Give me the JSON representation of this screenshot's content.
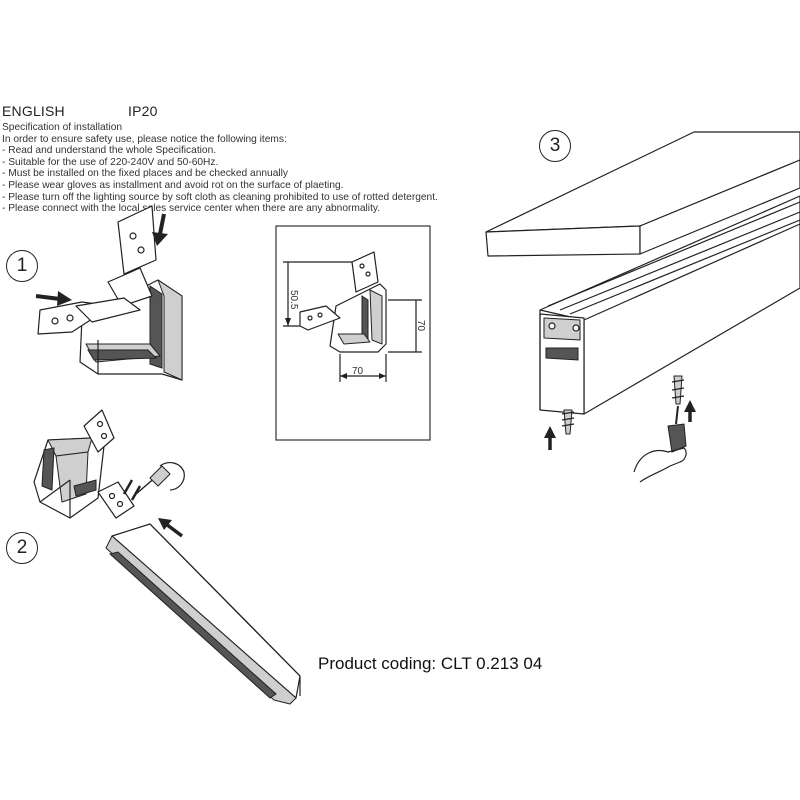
{
  "header": {
    "language": "ENGLISH",
    "protection": "IP20"
  },
  "spec": {
    "title": "Specification of installation",
    "lines": [
      "In order to ensure safety use, please notice the following items:",
      "- Read and understand the whole Specification.",
      "- Suitable for the use of 220-240V and 50-60Hz.",
      "- Must be installed on the fixed places and be checked annually",
      "- Please wear gloves as installment and avoid rot on the surface of plaeting.",
      "- Please turn off the lighting source by soft cloth as cleaning prohibited to use of rotted detergent.",
      "- Please connect with the local sales service center when there are any abnormality."
    ]
  },
  "steps": {
    "one": "1",
    "two": "2",
    "three": "3"
  },
  "dimensions": {
    "height_top": "50.5",
    "height_side": "70",
    "width_bottom": "70"
  },
  "product": {
    "coding": "Product coding: CLT 0.213 04"
  },
  "icons": [
    "arrow-icon",
    "screw-icon",
    "screwdriver-icon",
    "hand-icon"
  ]
}
